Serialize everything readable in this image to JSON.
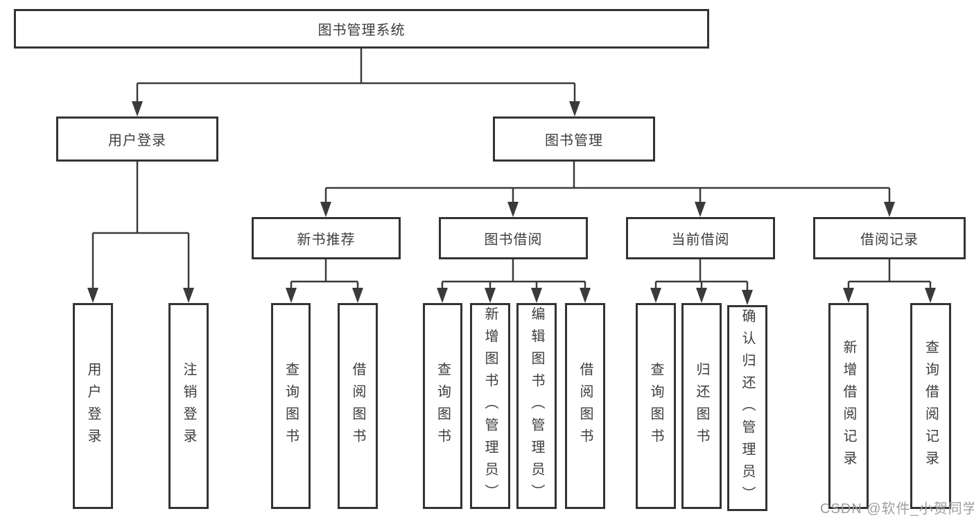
{
  "tree": {
    "root": {
      "label": "图书管理系统",
      "children": [
        {
          "label": "用户登录",
          "children": [
            {
              "label": "用户登录"
            },
            {
              "label": "注销登录"
            }
          ]
        },
        {
          "label": "图书管理",
          "children": [
            {
              "label": "新书推荐",
              "children": [
                {
                  "label": "查询图书"
                },
                {
                  "label": "借阅图书"
                }
              ]
            },
            {
              "label": "图书借阅",
              "children": [
                {
                  "label": "查询图书"
                },
                {
                  "label": "新增图书（管理员）"
                },
                {
                  "label": "编辑图书（管理员）"
                },
                {
                  "label": "借阅图书"
                }
              ]
            },
            {
              "label": "当前借阅",
              "children": [
                {
                  "label": "查询图书"
                },
                {
                  "label": "归还图书"
                },
                {
                  "label": "确认归还（管理员）"
                }
              ]
            },
            {
              "label": "借阅记录",
              "children": [
                {
                  "label": "新增借阅记录"
                },
                {
                  "label": "查询借阅记录"
                }
              ]
            }
          ]
        }
      ]
    }
  },
  "watermark": "CSDN @软件_小贺同学",
  "colors": {
    "line": "#3a3a3a",
    "box_border": "#333333",
    "text": "#3d3d3d",
    "watermark": "#9e9e9e",
    "background": "#ffffff"
  }
}
